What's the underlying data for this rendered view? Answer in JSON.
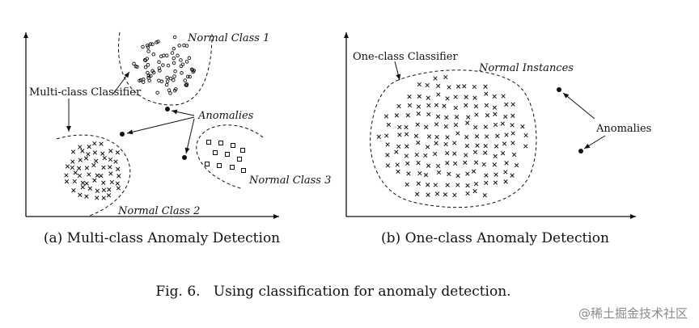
{
  "panel_a": {
    "labels": {
      "normal_class_1": "Normal Class 1",
      "normal_class_2": "Normal Class 2",
      "normal_class_3": "Normal Class 3",
      "anomalies": "Anomalies",
      "classifier": "Multi-class Classifier"
    },
    "caption": "(a) Multi-class Anomaly Detection"
  },
  "panel_b": {
    "labels": {
      "classifier": "One-class Classifier",
      "normal_instances": "Normal Instances",
      "anomalies": "Anomalies"
    },
    "caption": "(b) One-class Anomaly Detection"
  },
  "figure_caption": "Fig. 6.   Using classification for anomaly detection.",
  "watermark": "@稀土掘金技术社区"
}
